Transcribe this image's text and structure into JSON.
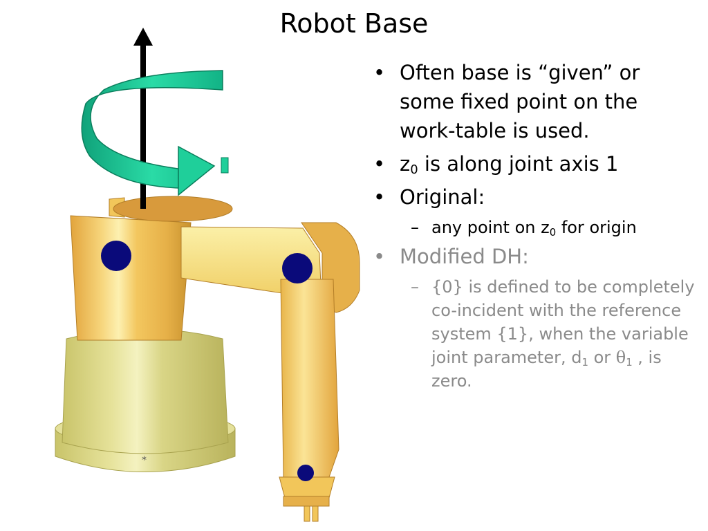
{
  "title": "Robot Base",
  "bullets": {
    "b1": "Often base is “given” or some fixed point on the work-table is used.",
    "b2": {
      "var": "z",
      "sub": "0",
      "rest": " is along joint axis 1"
    },
    "b3": "Original:",
    "b3_sub": {
      "text": "any point on z",
      "sub": "0",
      "rest": " for origin"
    },
    "b4": "Modified DH:",
    "b4_sub": {
      "text": "{0} is defined to be completely co-incident with the reference system {1}, when the variable joint parameter, d",
      "sub1": "1",
      "mid": " or ",
      "theta": "θ",
      "sub2": "1",
      "rest": " ,  is  zero."
    },
    "bullet_glyph": "•",
    "dash_glyph": "–"
  },
  "figure": {
    "icons": [
      "robot-arm-illustration",
      "z-axis-arrow",
      "rotation-arrow",
      "joint-marker"
    ],
    "base_label": "*",
    "colors": {
      "gold": "#f2c65a",
      "gold_light": "#fbe89a",
      "gold_dark": "#c8922e",
      "base_olive": "#d3d17a",
      "base_light": "#eeeaa6",
      "joint": "#0a0a7a",
      "rotation_arrow": "#1fcf9a",
      "axis": "#000000",
      "modified_text": "#8a8a8a"
    }
  }
}
